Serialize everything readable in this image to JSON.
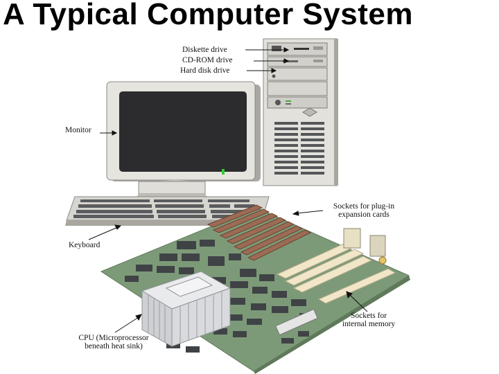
{
  "title": "A Typical Computer System",
  "labels": {
    "diskette": "Diskette drive",
    "cdrom": "CD-ROM drive",
    "harddisk": "Hard disk drive",
    "monitor": "Monitor",
    "keyboard": "Keyboard",
    "expansion_line1": "Sockets for plug-in",
    "expansion_line2": "expansion cards",
    "memory_line1": "Sockets for",
    "memory_line2": "internal memory",
    "cpu_line1": "CPU (Microprocessor",
    "cpu_line2": "beneath heat sink)"
  },
  "colors": {
    "casing": "#e3e1dc",
    "casing_shadow": "#a9a6a0",
    "screen": "#2c2c2f",
    "board": "#7d9a78",
    "chip": "#3f4346",
    "expansion_slot": "#9c6b55",
    "memory_slot": "#f1e6c8",
    "heatsink": "#d9dadd"
  }
}
